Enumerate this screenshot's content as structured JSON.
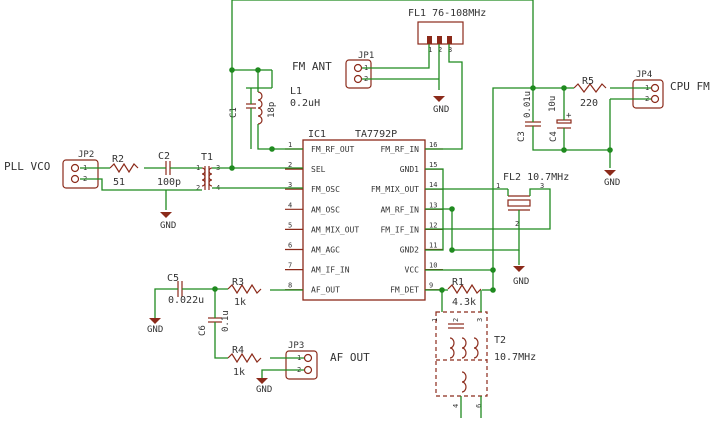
{
  "labels": {
    "fl1": "FL1 76-108MHz",
    "fm_ant": "FM ANT",
    "jp1": "JP1",
    "l1": "L1",
    "l1_val": "0.2uH",
    "c1": "C1",
    "c1_val": "18p",
    "gnd": "GND",
    "ic1": "IC1",
    "ic1_part": "TA7792P",
    "c3": "C3",
    "c3_val": "0.01u",
    "c4": "C4",
    "c4_val": "10u",
    "r5": "R5",
    "r5_val": "220",
    "jp4": "JP4",
    "cpu_fm": "CPU FM",
    "pll_vco": "PLL VCO",
    "jp2": "JP2",
    "r2": "R2",
    "r2_val": "51",
    "c2": "C2",
    "c2_val": "100p",
    "t1": "T1",
    "fl2": "FL2 10.7MHz",
    "c5": "C5",
    "c5_val": "0.022u",
    "r3": "R3",
    "r3_val": "1k",
    "c6": "C6",
    "c6_val": "0.1u",
    "r4": "R4",
    "r4_val": "1k",
    "jp3": "JP3",
    "af_out": "AF OUT",
    "r1": "R1",
    "r1_val": "4.3k",
    "t2": "T2",
    "t2_val": "10.7MHz"
  },
  "ic_left_pins": [
    {
      "num": "1",
      "name": "FM_RF_OUT"
    },
    {
      "num": "2",
      "name": "SEL"
    },
    {
      "num": "3",
      "name": "FM_OSC"
    },
    {
      "num": "4",
      "name": "AM_OSC"
    },
    {
      "num": "5",
      "name": "AM_MIX_OUT"
    },
    {
      "num": "6",
      "name": "AM_AGC"
    },
    {
      "num": "7",
      "name": "AM_IF_IN"
    },
    {
      "num": "8",
      "name": "AF_OUT"
    }
  ],
  "ic_right_pins": [
    {
      "num": "16",
      "name": "FM_RF_IN"
    },
    {
      "num": "15",
      "name": "GND1"
    },
    {
      "num": "14",
      "name": "FM_MIX_OUT"
    },
    {
      "num": "13",
      "name": "AM_RF_IN"
    },
    {
      "num": "12",
      "name": "FM_IF_IN"
    },
    {
      "num": "11",
      "name": "GND2"
    },
    {
      "num": "10",
      "name": "VCC"
    },
    {
      "num": "9",
      "name": "FM_DET"
    }
  ],
  "pin_nums": {
    "fl1": [
      "1",
      "2",
      "3"
    ],
    "jp": [
      "1",
      "2"
    ],
    "fl2": [
      "1",
      "2",
      "3"
    ],
    "t1": [
      "1",
      "2",
      "3",
      "4"
    ],
    "t2": [
      "1",
      "2",
      "3",
      "4",
      "6"
    ]
  }
}
